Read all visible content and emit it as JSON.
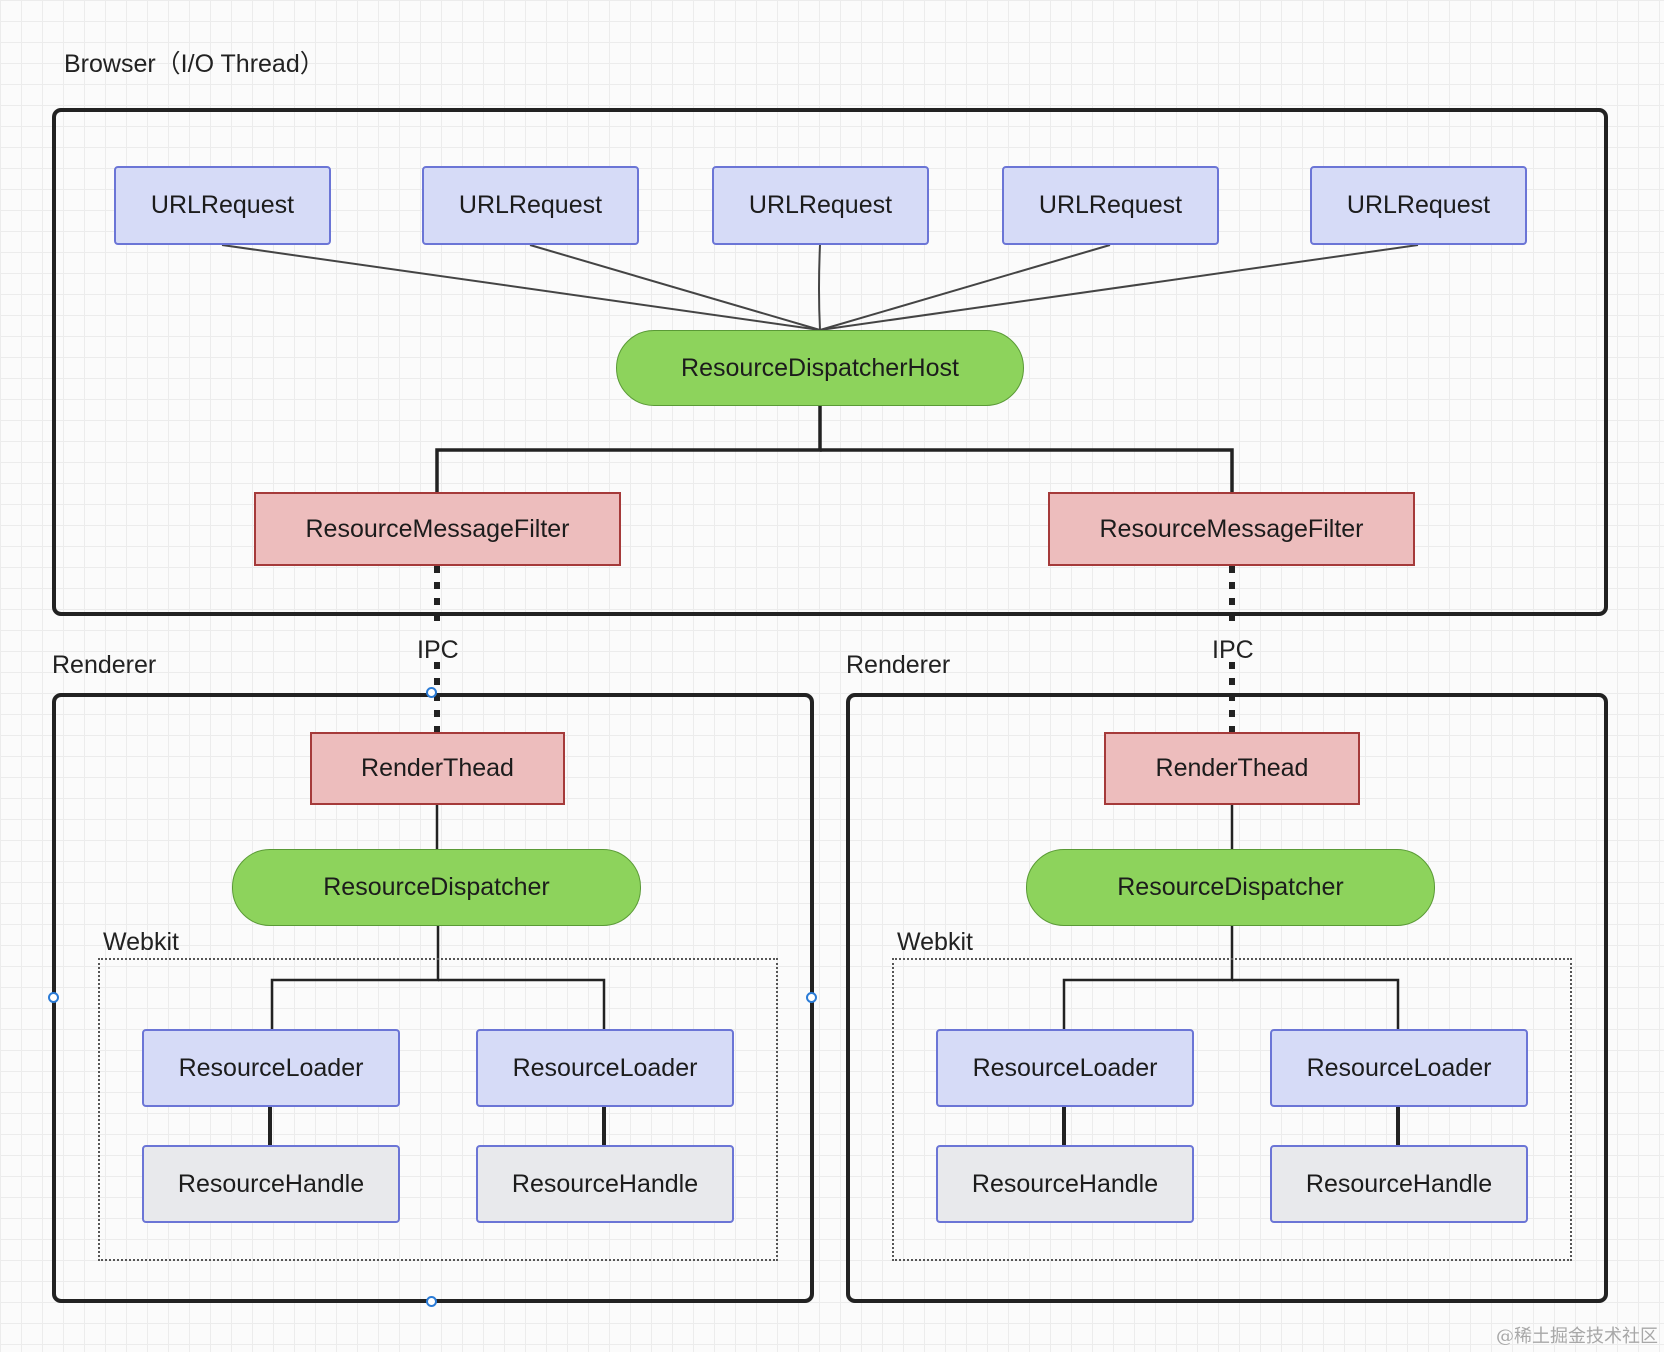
{
  "browser": {
    "label": "Browser（I/O Thread）",
    "url_requests": [
      "URLRequest",
      "URLRequest",
      "URLRequest",
      "URLRequest",
      "URLRequest"
    ],
    "dispatcher_host": "ResourceDispatcherHost",
    "message_filters": [
      "ResourceMessageFilter",
      "ResourceMessageFilter"
    ]
  },
  "ipc_label": "IPC",
  "renderers": [
    {
      "label": "Renderer",
      "render_thread": "RenderThead",
      "dispatcher": "ResourceDispatcher",
      "webkit_label": "Webkit",
      "loaders": [
        "ResourceLoader",
        "ResourceLoader"
      ],
      "handles": [
        "ResourceHandle",
        "ResourceHandle"
      ]
    },
    {
      "label": "Renderer",
      "render_thread": "RenderThead",
      "dispatcher": "ResourceDispatcher",
      "webkit_label": "Webkit",
      "loaders": [
        "ResourceLoader",
        "ResourceLoader"
      ],
      "handles": [
        "ResourceHandle",
        "ResourceHandle"
      ]
    }
  ],
  "watermark": "@稀土掘金技术社区"
}
